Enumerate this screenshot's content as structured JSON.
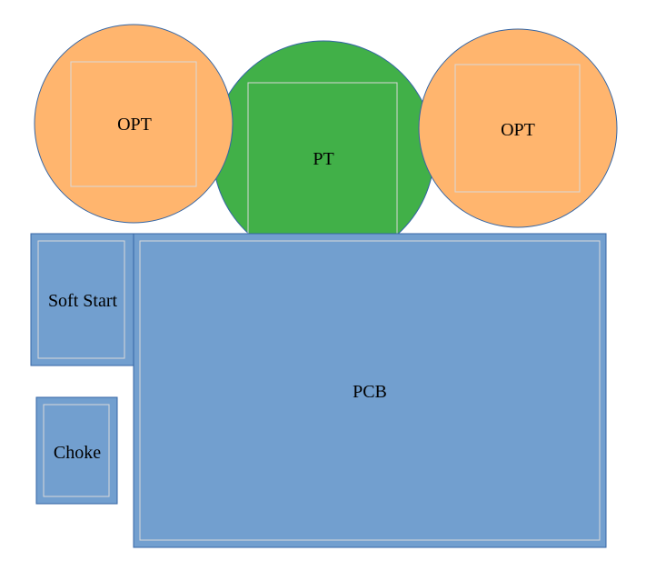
{
  "diagram": {
    "colors": {
      "opt_fill": "#ffb56e",
      "pt_fill": "#41b048",
      "board_fill": "#729fcf",
      "outline": "#3465a4",
      "inner_frame": "#d9d9d9"
    },
    "components": {
      "opt_left": {
        "label": "OPT"
      },
      "pt": {
        "label": "PT"
      },
      "opt_right": {
        "label": "OPT"
      },
      "soft_start": {
        "label": "Soft Start"
      },
      "choke": {
        "label": "Choke"
      },
      "pcb": {
        "label": "PCB"
      }
    }
  }
}
